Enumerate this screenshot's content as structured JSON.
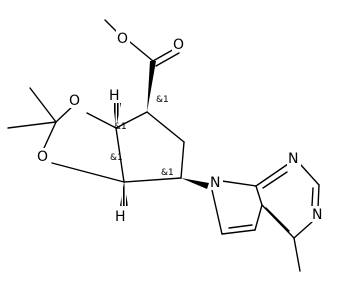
{
  "molecule": {
    "atoms": {
      "O_carbonyl": "O",
      "O_ester": "O",
      "O_dioxolane_top": "O",
      "O_dioxolane_bottom": "O",
      "H_top": "H",
      "H_bottom": "H",
      "N_pyrrole": "N",
      "N_pyrimidine_top": "N",
      "N_pyrimidine_right": "N"
    },
    "stereo_labels": {
      "c1": "&1",
      "c2": "&1",
      "c3": "&1",
      "c4": "&1"
    }
  }
}
